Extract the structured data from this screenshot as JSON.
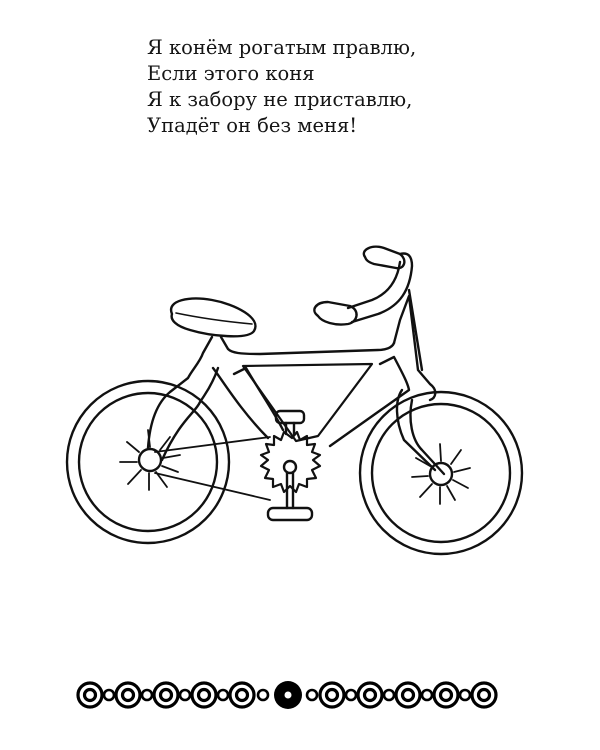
{
  "poem": {
    "lines": [
      "Я конём рогатым правлю,",
      "Если этого коня",
      "Я к забору не приставлю,",
      "Упадёт он без меня!"
    ]
  },
  "illustration": {
    "subject": "bicycle-coloring-outline",
    "stroke_color": "#111111",
    "background_color": "#ffffff"
  },
  "decorative_border": {
    "large_rings_count": 11,
    "filled_ring_index": 5,
    "color": "#000000"
  }
}
